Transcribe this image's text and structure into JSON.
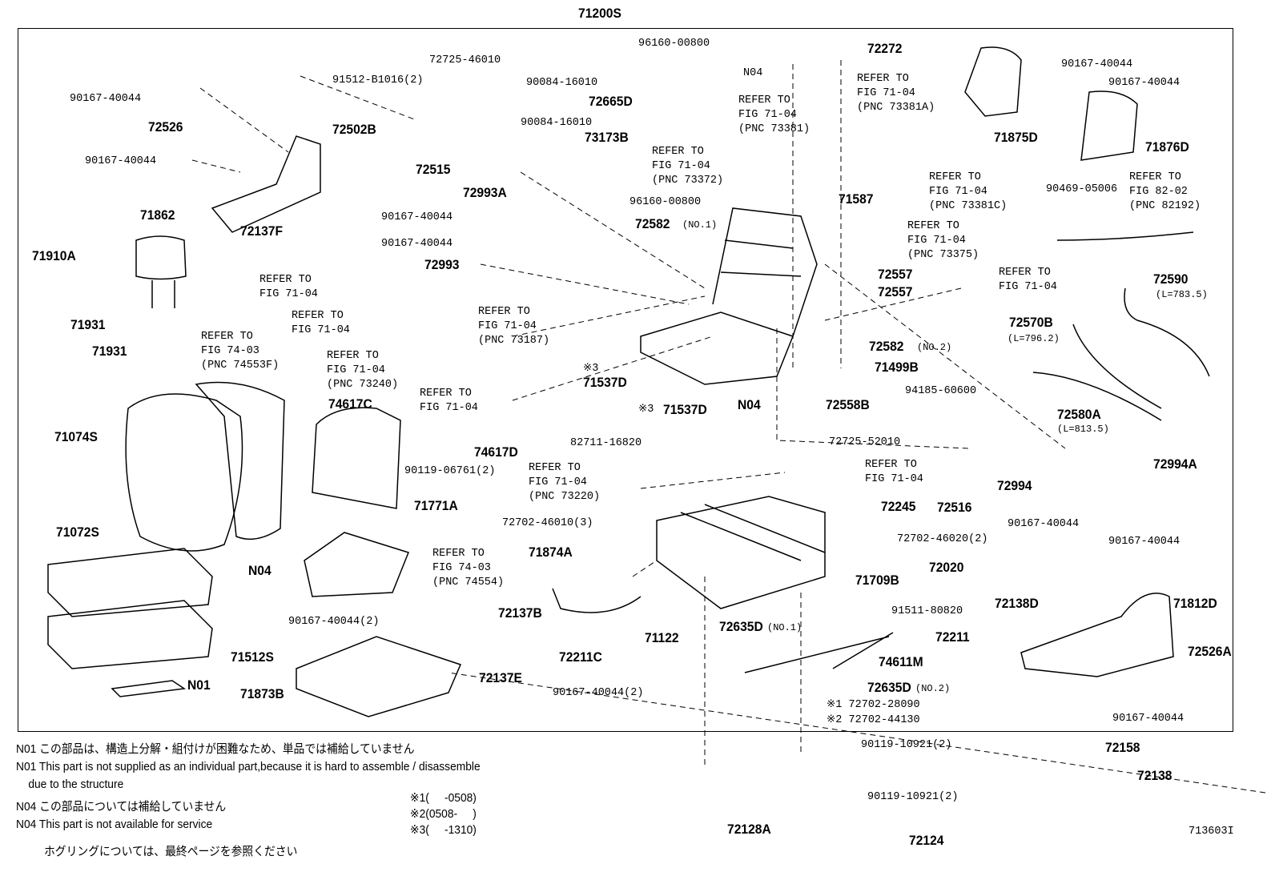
{
  "callouts": [
    "71200S",
    "72272",
    "72526",
    "72502B",
    "72665D",
    "73173B",
    "71875D",
    "71876D",
    "72515",
    "71862",
    "72137F",
    "72993A",
    "72582",
    "71587",
    "71910A",
    "72993",
    "72557",
    "72557",
    "72590",
    "71931",
    "71931",
    "72570B",
    "72582",
    "71499B",
    "71537D",
    "71537D",
    "74617C",
    "N04",
    "72558B",
    "72580A",
    "71074S",
    "74617D",
    "72994A",
    "72994",
    "72245",
    "72516",
    "71771A",
    "71072S",
    "71874A",
    "N04",
    "72020",
    "71709B",
    "72138D",
    "71812D",
    "72137B",
    "72635D",
    "71122",
    "72211",
    "72526A",
    "74611M",
    "71512S",
    "72211C",
    "72137E",
    "N01",
    "72635D",
    "71873B",
    "72158",
    "72138",
    "72128A",
    "72124"
  ],
  "qualifiers": [
    "(NO.1)",
    "(NO.2)",
    "(NO.1)",
    "(NO.2)"
  ],
  "small": [
    "96160-00800",
    "N04",
    "72725-46010",
    "91512-B1016(2)",
    "90167-40044",
    "90084-16010",
    "90084-16010",
    "REFER TO\nFIG 71-04\n(PNC 73381)",
    "REFER TO\nFIG 71-04\n(PNC 73381A)",
    "90167-40044",
    "90167-40044",
    "90167-40044",
    "REFER TO\nFIG 71-04\n(PNC 73372)",
    "REFER TO\nFIG 71-04\n(PNC 73381C)",
    "REFER TO\nFIG 82-02\n(PNC 82192)",
    "90469-05006",
    "96160-00800",
    "90167-40044",
    "90167-40044",
    "REFER TO\nFIG 71-04\n(PNC 73375)",
    "REFER TO\nFIG 71-04",
    "REFER TO\nFIG 71-04",
    "(L=783.5)",
    "REFER TO\nFIG 71-04",
    "REFER TO\nFIG 71-04\n(PNC 73187)",
    "REFER TO\nFIG 74-03\n(PNC 74553F)",
    "(L=796.2)",
    "REFER TO\nFIG 71-04\n(PNC 73240)",
    "※3",
    "94185-60600",
    "REFER TO\nFIG 71-04",
    "※3",
    "82711-16820",
    "72725-52010",
    "(L=813.5)",
    "90119-06761(2)",
    "REFER TO\nFIG 71-04\n(PNC 73220)",
    "REFER TO\nFIG 71-04",
    "72702-46010(3)",
    "72702-46020(2)",
    "90167-40044",
    "90167-40044",
    "REFER TO\nFIG 74-03\n(PNC 74554)",
    "91511-80820",
    "90167-40044(2)",
    "90167-40044(2)",
    "※1 72702-28090",
    "※2 72702-44130",
    "90167-40044",
    "90119-10921(2)",
    "90119-10921(2)",
    "713603I"
  ],
  "notes": {
    "n01_jp": "N01 この部品は、構造上分解・組付けが困難なため、単品では補給していません",
    "n01_en": "N01 This part is not supplied as an individual part,because it is hard to assemble / disassemble\n    due to the structure",
    "n04_jp": "N04 この部品については補給していません",
    "n04_en": "N04 This part is not available for service",
    "hog": "ホグリングについては、最終ページを参照ください",
    "r1": "※1(     -0508)",
    "r2": "※2(0508-     )",
    "r3": "※3(     -1310)"
  }
}
